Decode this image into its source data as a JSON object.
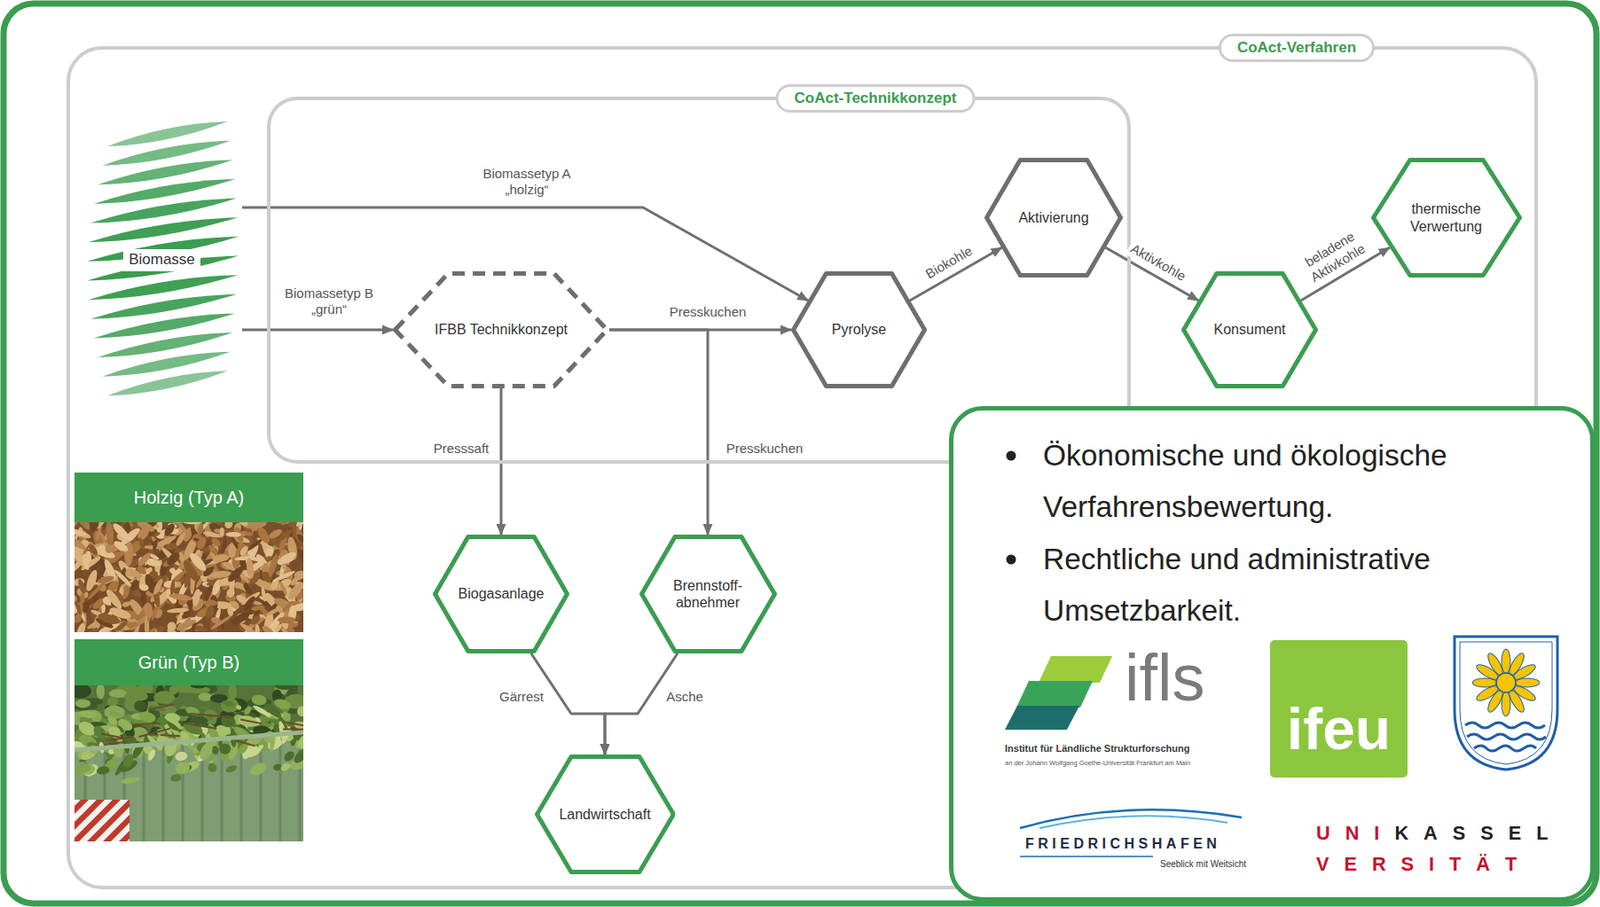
{
  "diagram": {
    "nodes": [
      {
        "text": [
          "CoAct-Verfahren"
        ]
      },
      {
        "text": [
          "CoAct-Technikkonzept"
        ],
        "in": 0
      },
      {
        "text": [
          "Biomasse"
        ],
        "in": 0
      },
      {
        "text": [
          "IFBB Technikkonzept"
        ],
        "in": 1
      },
      {
        "text": [
          "Pyrolyse"
        ],
        "in": 1
      },
      {
        "text": [
          "Aktivierung"
        ],
        "in": 1
      },
      {
        "text": [
          "Konsument"
        ],
        "in": 0
      },
      {
        "text": [
          "thermische Verwertung"
        ],
        "in": 0
      },
      {
        "text": [
          "Biogasanlage"
        ],
        "in": 0
      },
      {
        "text": [
          "Brennstoff- abnehmer"
        ],
        "in": 0
      },
      {
        "text": [
          "Landwirtschaft"
        ],
        "in": 0
      },
      {
        "text": [
          "Holzig (Typ A)"
        ],
        "in": 0
      },
      {
        "text": [
          "Grün (Typ B)"
        ],
        "in": 0
      },
      {
        "text": [
          "Ökonomische und ökologische Verfahrensbewertung.",
          "Rechtliche und administrative Umsetzbarkeit.",
          "ifls",
          "Institut für Ländliche Strukturforschung",
          "an der Johann Wolfgang Goethe-Universität Frankfurt am Main",
          "ifeu",
          "FRIEDRICHSHAFEN",
          "Seeblick mit Weitsicht",
          "UNIKASSEL VERSITÄT"
        ]
      }
    ],
    "edges": [
      {
        "from": 2,
        "to": 4,
        "label": "Biomassetyp A „holzig“",
        "arrow": "to"
      },
      {
        "from": 2,
        "to": 3,
        "label": "Biomassetyp B „grün“",
        "arrow": "to"
      },
      {
        "from": 3,
        "to": 4,
        "label": "Presskuchen",
        "arrow": "to"
      },
      {
        "from": 3,
        "to": 8,
        "label": "Presssaft",
        "arrow": "to"
      },
      {
        "from": 3,
        "to": 9,
        "label": "Presskuchen",
        "arrow": "to"
      },
      {
        "from": 4,
        "to": 5,
        "label": "Biokohle",
        "arrow": "to"
      },
      {
        "from": 5,
        "to": 6,
        "label": "Aktivkohle",
        "arrow": "to"
      },
      {
        "from": 6,
        "to": 7,
        "label": "beladene Aktivkohle",
        "arrow": "to"
      },
      {
        "from": 8,
        "to": 10,
        "label": "Gärrest",
        "arrow": "to"
      },
      {
        "from": 9,
        "to": 10,
        "label": "Asche",
        "arrow": "to"
      }
    ]
  }
}
